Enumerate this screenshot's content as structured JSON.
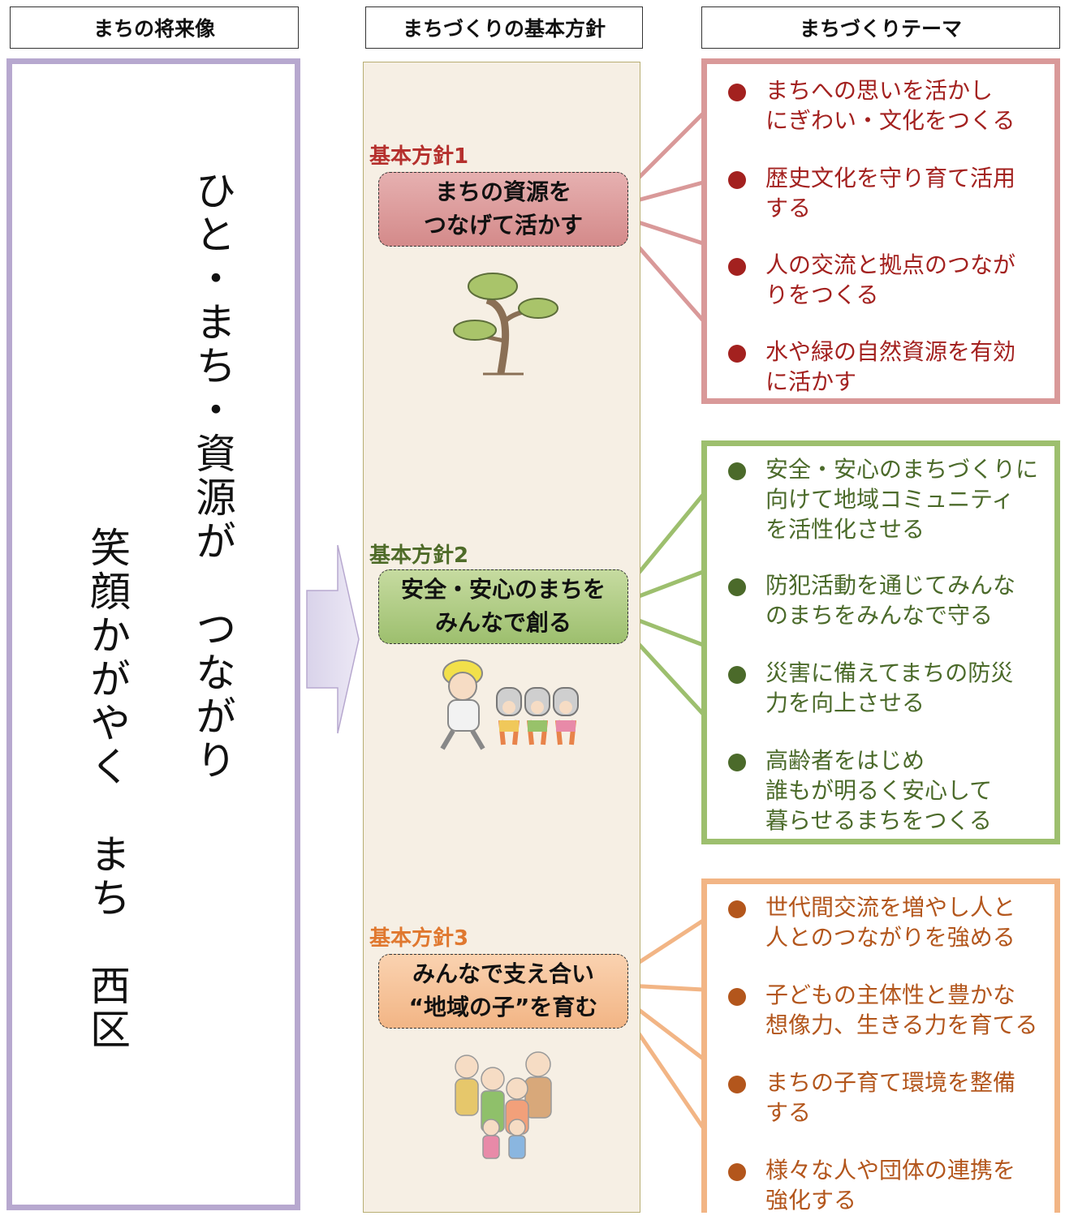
{
  "headers": {
    "vision": "まちの将来像",
    "policy": "まちづくりの基本方針",
    "theme": "まちづくりテーマ"
  },
  "vision": {
    "line1": "ひと・まち・資源が　つながり",
    "line2": "笑顔かがやく　まち　西区"
  },
  "colors": {
    "vision_border": "#b7a8cf",
    "policy1": "#d99999",
    "policy2": "#9dbf6e",
    "policy3": "#f2b585",
    "policy1_label": "#b5302d",
    "policy2_label": "#4e6b28",
    "policy3_label": "#e0782f",
    "theme1_text": "#a3211f",
    "theme2_text": "#4b6a2a",
    "theme3_text": "#b3561c"
  },
  "policies": [
    {
      "label": "基本方針1",
      "title_line1": "まちの資源を",
      "title_line2": "つなげて活かす",
      "illustration": "pine-tree-icon",
      "themes": [
        {
          "line1": "まちへの思いを活かし",
          "line2": "にぎわい・文化をつくる"
        },
        {
          "line1": "歴史文化を守り育て活用",
          "line2": "する"
        },
        {
          "line1": "人の交流と拠点のつなが",
          "line2": "りをつくる"
        },
        {
          "line1": "水や緑の自然資源を有効",
          "line2": "に活かす"
        }
      ]
    },
    {
      "label": "基本方針2",
      "title_line1": "安全・安心のまちを",
      "title_line2": "みんなで創る",
      "illustration": "evacuation-drill-icon",
      "themes": [
        {
          "line1": "安全・安心のまちづくりに",
          "line2": "向けて地域コミュニティ",
          "line3": "を活性化させる"
        },
        {
          "line1": "防犯活動を通じてみんな",
          "line2": "のまちをみんなで守る"
        },
        {
          "line1": "災害に備えてまちの防災",
          "line2": "力を向上させる"
        },
        {
          "line1": "高齢者をはじめ",
          "line2": "誰もが明るく安心して",
          "line3": "暮らせるまちをつくる"
        }
      ]
    },
    {
      "label": "基本方針3",
      "title_line1": "みんなで支え合い",
      "title_line2": "“地域の子”を育む",
      "illustration": "family-group-icon",
      "themes": [
        {
          "line1": "世代間交流を増やし人と",
          "line2": "人とのつながりを強める"
        },
        {
          "line1": "子どもの主体性と豊かな",
          "line2": "想像力、生きる力を育てる"
        },
        {
          "line1": "まちの子育て環境を整備",
          "line2": "する"
        },
        {
          "line1": "様々な人や団体の連携を",
          "line2": "強化する"
        }
      ]
    }
  ]
}
